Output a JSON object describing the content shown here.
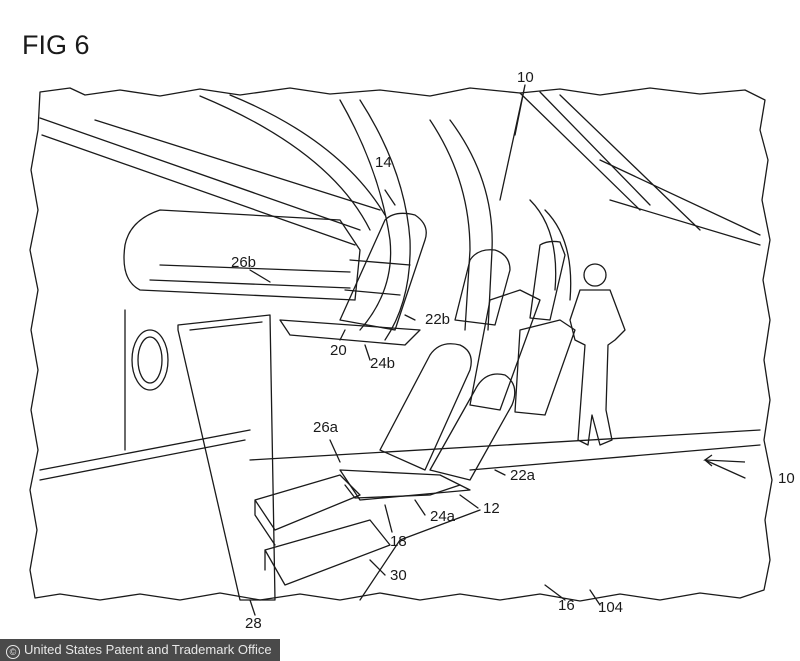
{
  "figure": {
    "title": "FIG 6",
    "reference_numerals": {
      "r10_top": "10",
      "r14": "14",
      "r26b": "26b",
      "r22b": "22b",
      "r20": "20",
      "r24b": "24b",
      "r26a": "26a",
      "r22a": "22a",
      "r10_right": "10",
      "r24a": "24a",
      "r12": "12",
      "r18": "18",
      "r30": "30",
      "r28": "28",
      "r16": "16",
      "r104": "104"
    }
  },
  "credit": {
    "icon": "copyright-icon",
    "text": "United States Patent and Trademark Office"
  },
  "colors": {
    "ink": "#1a1a1a",
    "paper": "#ffffff",
    "credit_bar": "#4a4a4a"
  }
}
